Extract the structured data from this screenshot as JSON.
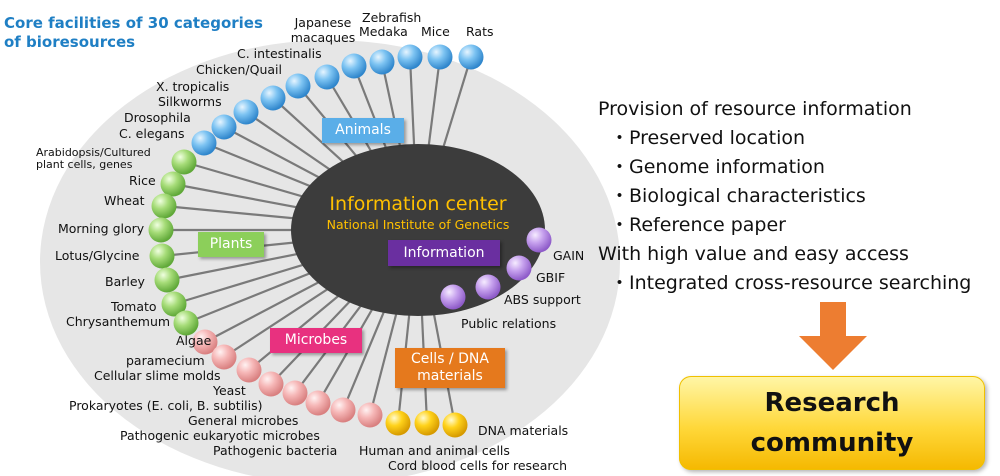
{
  "heading": {
    "line1": "Core facilities of 30 categories",
    "line2": "of bioresources"
  },
  "center": {
    "title": "Information center",
    "subtitle": "National Institute of Genetics"
  },
  "groups": {
    "animals": {
      "label": "Animals",
      "color": "#5aaee8",
      "items": [
        "Rats",
        "Mice",
        "Zebrafish",
        "Medaka",
        "Japanese macaques",
        "C. intestinalis",
        "Chicken/Quail",
        "X. tropicalis",
        "Silkworms",
        "Drosophila",
        "C. elegans"
      ]
    },
    "plants": {
      "label": "Plants",
      "color": "#8ccf5a",
      "items": [
        "Arabidopsis/Cultured plant cells, genes",
        "Rice",
        "Wheat",
        "Morning glory",
        "Lotus/Glycine",
        "Barley",
        "Tomato",
        "Chrysanthemum"
      ]
    },
    "microbes": {
      "label": "Microbes",
      "color": "#e8317f",
      "items": [
        "Algae",
        "paramecium",
        "Cellular slime molds",
        "Yeast",
        "Prokaryotes (E. coli, B. subtilis)",
        "General microbes",
        "Pathogenic eukaryotic microbes",
        "Pathogenic bacteria"
      ]
    },
    "cells": {
      "label": "Cells / DNA materials",
      "color": "#e5791d",
      "items": [
        "Human and animal cells",
        "Cord blood cells for research",
        "DNA materials"
      ]
    },
    "information": {
      "label": "Information",
      "color": "#6a2fa0",
      "items": [
        "GAIN",
        "GBIF",
        "ABS support",
        "Public relations"
      ]
    }
  },
  "panel": {
    "heading1": "Provision of resource information",
    "bullets1": [
      "・Preserved location",
      "・Genome information",
      "・Biological characteristics",
      "・Reference paper"
    ],
    "heading2": "With high value and easy access",
    "bullets2": [
      "・Integrated cross-resource searching"
    ]
  },
  "research": {
    "line1": "Research",
    "line2": "community"
  }
}
